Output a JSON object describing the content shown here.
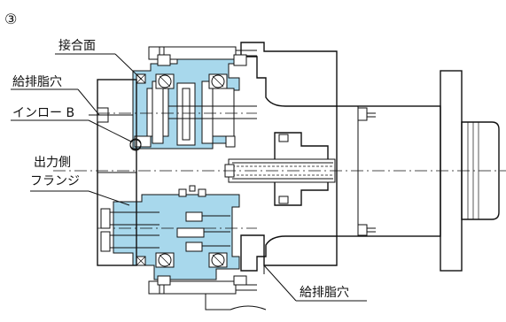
{
  "figure": {
    "number": "③",
    "labels": {
      "mating_surface": "接合面",
      "grease_port_top": "給排脂穴",
      "spigot_b": "インロー B",
      "output_flange_line1": "出力側",
      "output_flange_line2": "フランジ",
      "grease_port_bottom": "給排脂穴"
    }
  }
}
